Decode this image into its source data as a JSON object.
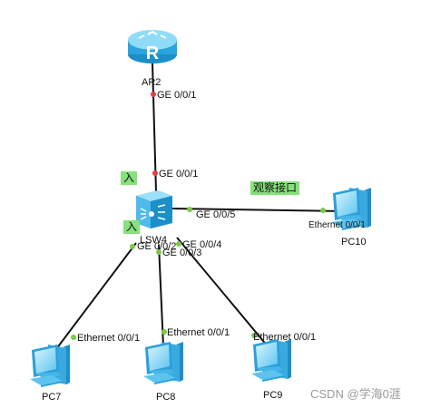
{
  "colors": {
    "link": "#111111",
    "port_dot_router": "#e83c3c",
    "port_dot": "#7cc84a",
    "device_light": "#7fd4f5",
    "device_dark": "#2aa3df",
    "tag_bg": "#86e07c"
  },
  "devices": {
    "router": {
      "name": "AR2",
      "icon": "router-icon"
    },
    "switch": {
      "name": "LSW4",
      "icon": "switch-icon"
    },
    "pc10": {
      "name": "PC10",
      "icon": "pc-icon"
    },
    "pc7": {
      "name": "PC7",
      "icon": "pc-icon"
    },
    "pc8": {
      "name": "PC8",
      "icon": "pc-icon"
    },
    "pc9": {
      "name": "PC9",
      "icon": "pc-icon"
    }
  },
  "ports": {
    "ar2_ge001": "GE 0/0/1",
    "sw_ge001": "GE 0/0/1",
    "sw_ge005": "GE 0/0/5",
    "sw_ge002": "GE 0/0/2",
    "sw_ge003": "GE 0/0/3",
    "sw_ge004": "GE 0/0/4",
    "pc10_eth": "Ethernet 0/0/1",
    "pc7_eth": "Ethernet 0/0/1",
    "pc8_eth": "Ethernet 0/0/1",
    "pc9_eth": "Ethernet 0/0/1"
  },
  "annotations": {
    "in_top": "入",
    "in_left": "入",
    "observe_port": "观察接口"
  },
  "watermark": "CSDN @学海0涯"
}
